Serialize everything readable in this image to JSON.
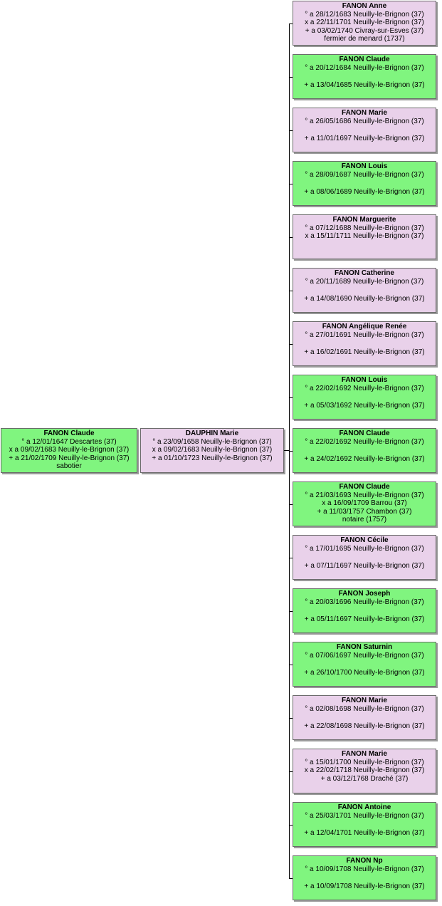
{
  "colors": {
    "male": "#80f57f",
    "female": "#e9d1ea",
    "border": "#6b6b6b",
    "connector": "#000000"
  },
  "father": {
    "name": "FANON Claude",
    "lines": [
      "° a 12/01/1647 Descartes (37)",
      "x a 09/02/1683 Neuilly-le-Brignon (37)",
      "+ a 21/02/1709 Neuilly-le-Brignon (37)",
      "sabotier"
    ]
  },
  "mother": {
    "name": "DAUPHIN Marie",
    "lines": [
      "° a 23/09/1658 Neuilly-le-Brignon (37)",
      "x a 09/02/1683 Neuilly-le-Brignon (37)",
      "+ a 01/10/1723 Neuilly-le-Brignon (37)"
    ]
  },
  "children": [
    {
      "name": "FANON Anne",
      "sex": "female",
      "lines": [
        "° a 28/12/1683 Neuilly-le-Brignon (37)",
        "x a 22/11/1701 Neuilly-le-Brignon (37)",
        "+ a 03/02/1740 Civray-sur-Esves (37)",
        "fermier de menard (1737)"
      ]
    },
    {
      "name": "FANON Claude",
      "sex": "male",
      "lines": [
        "° a 20/12/1684 Neuilly-le-Brignon (37)",
        "",
        "+ a 13/04/1685 Neuilly-le-Brignon (37)"
      ]
    },
    {
      "name": "FANON Marie",
      "sex": "female",
      "lines": [
        "° a 26/05/1686 Neuilly-le-Brignon (37)",
        "",
        "+ a 11/01/1697 Neuilly-le-Brignon (37)"
      ]
    },
    {
      "name": "FANON Louis",
      "sex": "male",
      "lines": [
        "° a 28/09/1687 Neuilly-le-Brignon (37)",
        "",
        "+ a 08/06/1689 Neuilly-le-Brignon (37)"
      ]
    },
    {
      "name": "FANON Marguerite",
      "sex": "female",
      "lines": [
        "° a 07/12/1688 Neuilly-le-Brignon (37)",
        "x a 15/11/1711 Neuilly-le-Brignon (37)"
      ]
    },
    {
      "name": "FANON Catherine",
      "sex": "female",
      "lines": [
        "° a 20/11/1689 Neuilly-le-Brignon (37)",
        "",
        "+ a 14/08/1690 Neuilly-le-Brignon (37)"
      ]
    },
    {
      "name": "FANON Angélique Renée",
      "sex": "female",
      "lines": [
        "° a 27/01/1691 Neuilly-le-Brignon (37)",
        "",
        "+ a 16/02/1691 Neuilly-le-Brignon (37)"
      ]
    },
    {
      "name": "FANON Louis",
      "sex": "male",
      "lines": [
        "° a 22/02/1692 Neuilly-le-Brignon (37)",
        "",
        "+ a 05/03/1692 Neuilly-le-Brignon (37)"
      ]
    },
    {
      "name": "FANON Claude",
      "sex": "male",
      "lines": [
        "° a 22/02/1692 Neuilly-le-Brignon (37)",
        "",
        "+ a 24/02/1692 Neuilly-le-Brignon (37)"
      ]
    },
    {
      "name": "FANON Claude",
      "sex": "male",
      "lines": [
        "° a 21/03/1693 Neuilly-le-Brignon (37)",
        "x a 16/09/1709 Barrou (37)",
        "+ a 11/03/1757 Chambon (37)",
        "notaire (1757)"
      ]
    },
    {
      "name": "FANON Cécile",
      "sex": "female",
      "lines": [
        "° a 17/01/1695 Neuilly-le-Brignon (37)",
        "",
        "+ a 07/11/1697 Neuilly-le-Brignon (37)"
      ]
    },
    {
      "name": "FANON Joseph",
      "sex": "male",
      "lines": [
        "° a 20/03/1696 Neuilly-le-Brignon (37)",
        "",
        "+ a 05/11/1697 Neuilly-le-Brignon (37)"
      ]
    },
    {
      "name": "FANON Saturnin",
      "sex": "male",
      "lines": [
        "° a 07/06/1697 Neuilly-le-Brignon (37)",
        "",
        "+ a 26/10/1700 Neuilly-le-Brignon (37)"
      ]
    },
    {
      "name": "FANON Marie",
      "sex": "female",
      "lines": [
        "° a 02/08/1698 Neuilly-le-Brignon (37)",
        "",
        "+ a 22/08/1698 Neuilly-le-Brignon (37)"
      ]
    },
    {
      "name": "FANON Marie",
      "sex": "female",
      "lines": [
        "° a 15/01/1700 Neuilly-le-Brignon (37)",
        "x a 22/02/1718 Neuilly-le-Brignon (37)",
        "+ a 03/12/1768 Draché (37)"
      ]
    },
    {
      "name": "FANON Antoine",
      "sex": "male",
      "lines": [
        "° a 25/03/1701 Neuilly-le-Brignon (37)",
        "",
        "+ a 12/04/1701 Neuilly-le-Brignon (37)"
      ]
    },
    {
      "name": "FANON Np",
      "sex": "male",
      "lines": [
        "° a 10/09/1708 Neuilly-le-Brignon (37)",
        "",
        "+ a 10/09/1708 Neuilly-le-Brignon (37)"
      ]
    }
  ]
}
